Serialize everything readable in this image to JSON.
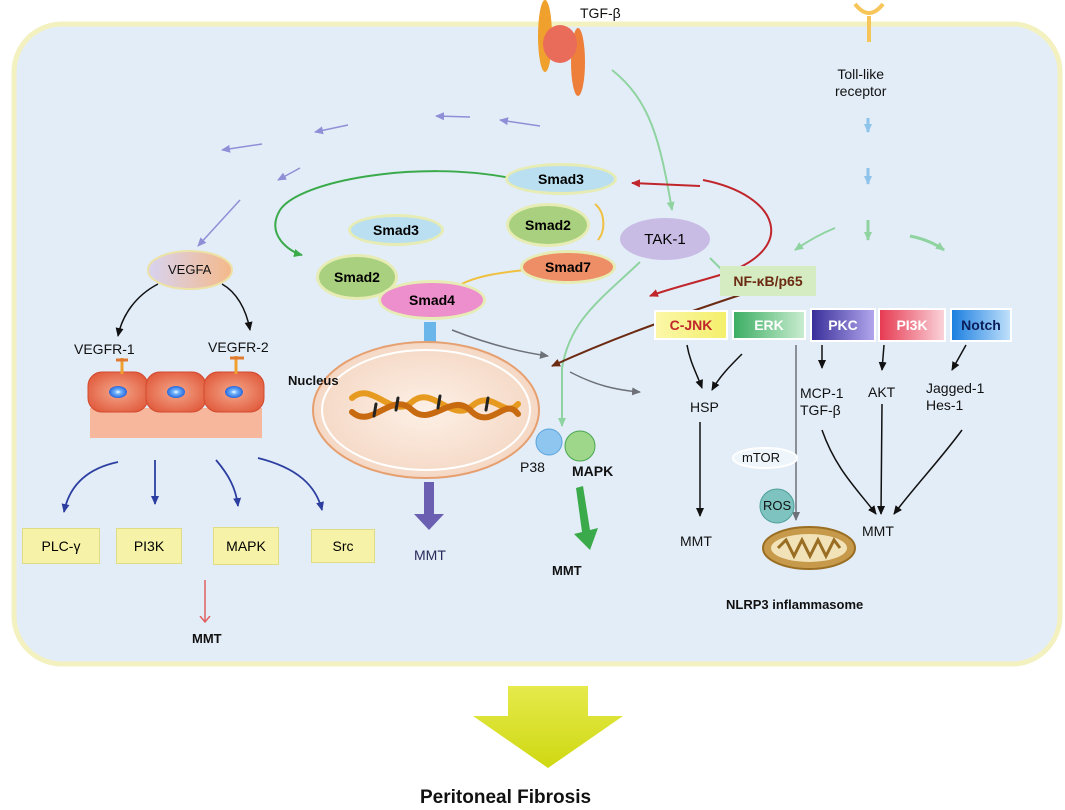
{
  "ligands": {
    "tgf_beta": "TGF-β",
    "tlr": "Toll-like\nreceptor"
  },
  "smad": {
    "smad3_top": "Smad3",
    "smad3_left": "Smad3",
    "smad2_right": "Smad2",
    "smad2_left": "Smad2",
    "smad7": "Smad7",
    "smad4": "Smad4"
  },
  "tak1": "TAK-1",
  "nfkb": "NF-κB/p65",
  "kinases": {
    "cjnk": "C-JNK",
    "erk": "ERK",
    "pkc": "PKC",
    "pi3k": "PI3K",
    "notch": "Notch"
  },
  "vegf": {
    "vegfa": "VEGFA",
    "r1": "VEGFR-1",
    "r2": "VEGFR-2"
  },
  "vegf_targets": [
    "PLC-γ",
    "PI3K",
    "MAPK",
    "Src"
  ],
  "nucleus": "Nucleus",
  "p38": "P38",
  "mapk": "MAPK",
  "hsp": "HSP",
  "mcp": "MCP-1\nTGF-β",
  "akt": "AKT",
  "jagged": "Jagged-1\nHes-1",
  "mtor": "mTOR",
  "ros": "ROS",
  "nlrp3": "NLRP3 inflammasome",
  "mmt": {
    "vegf": "MMT",
    "nucleus": "MMT",
    "p38": "MMT",
    "jnk": "MMT",
    "pkc": "MMT"
  },
  "outcome": "Peritoneal Fibrosis",
  "colors": {
    "cell_fill": "#e3edf8",
    "cell_border": "#f3f1c0",
    "yellow_box": "#f6f3a8",
    "big_arrow": "#dde32a"
  }
}
